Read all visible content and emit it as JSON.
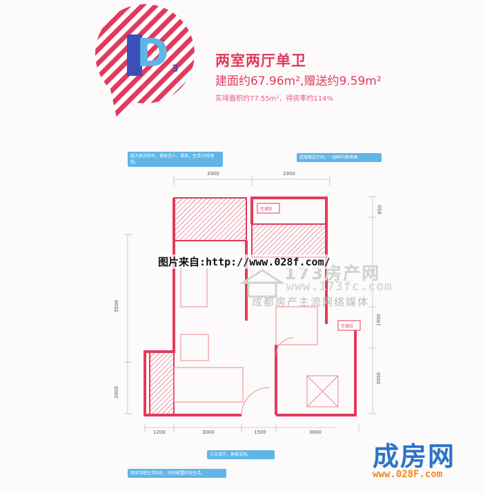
{
  "header": {
    "badge_letter": "D",
    "badge_subscript": "3",
    "title": "两室两厅单卫",
    "area_line": "建面约67.96m²,赠送约9.59m²",
    "sub_line": "实得面积约77.55m²，得房率约114%"
  },
  "notes": [
    {
      "text": "超大观光阳台，景致宜人，清风，生活30倍享受。"
    },
    {
      "text": "超值赠送空间，一园畔向家再承。"
    },
    {
      "text": "方正双厅，客餐适用。"
    },
    {
      "text": "双房百联生活阳台，同时配置舒适生活。"
    }
  ],
  "dimensions": {
    "top": [
      "3300",
      "3300"
    ],
    "bottom": [
      "1200",
      "3000",
      "1500",
      "3600"
    ],
    "left": [
      "5500",
      "2000"
    ],
    "right": [
      "850",
      "1900",
      "3000"
    ]
  },
  "rooms": {
    "aircon_1": "空调位",
    "aircon_2": "空调位"
  },
  "watermark": {
    "source": "图片来自:http://www.028f.com/",
    "brand": "173房产网",
    "site": "www.173fc.com",
    "media": "成都房产主流网络媒体"
  },
  "logo": {
    "name": "成房网",
    "url": "www.028F.com"
  },
  "colors": {
    "accent": "#e23a5c",
    "note_blue": "#5fb5e6",
    "logo_blue": "#2a73c9",
    "logo_orange": "#f28a1a"
  }
}
